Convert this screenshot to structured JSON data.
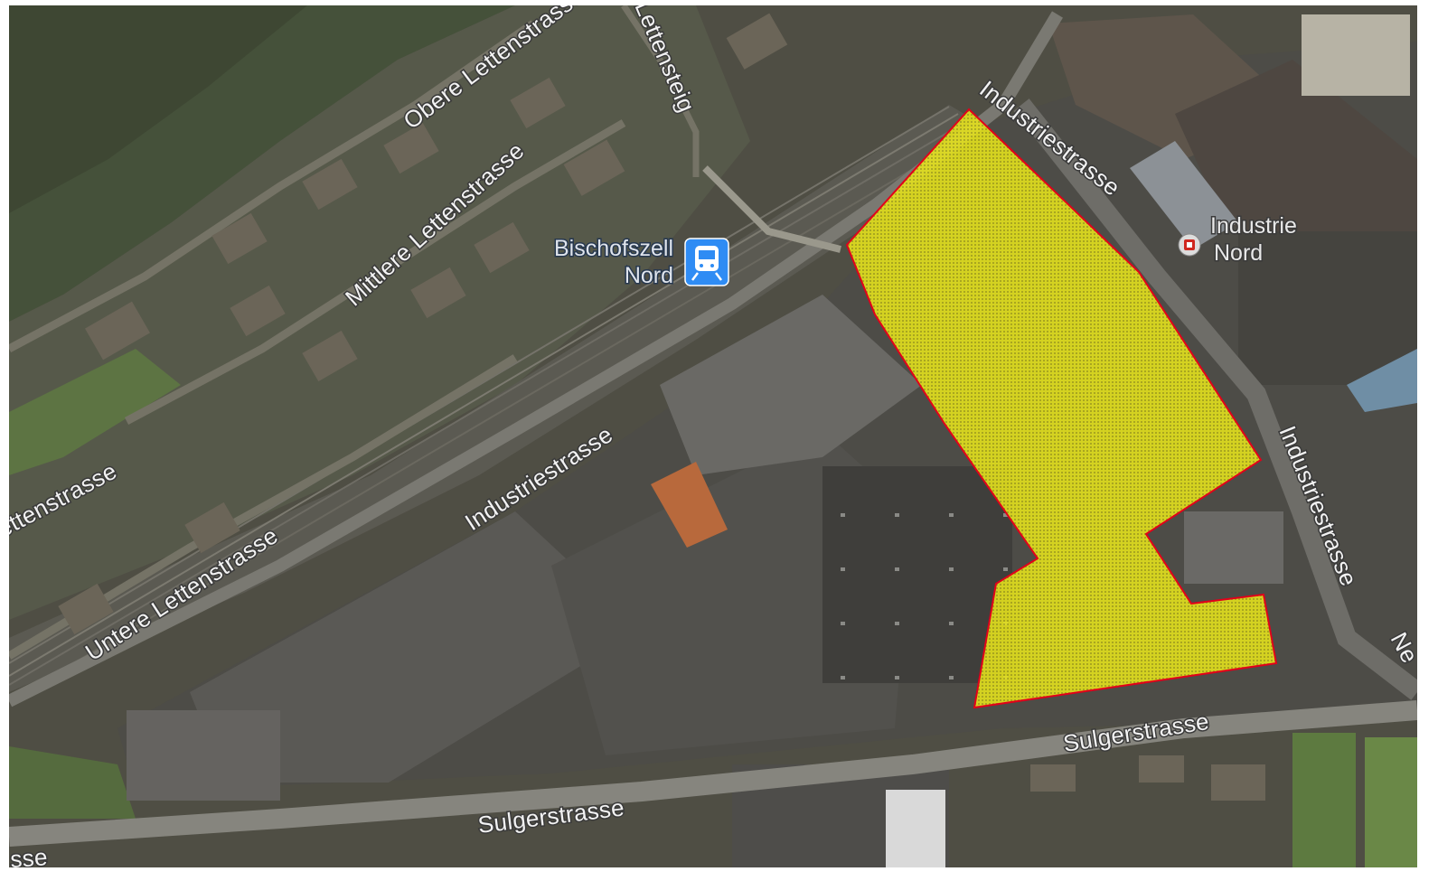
{
  "map": {
    "basemap": "satellite",
    "highlight_fill": "#e8e61a",
    "highlight_stroke": "#e2001a",
    "labels": {
      "obere_lettenstrasse": "Obere Lettenstrasse",
      "lettensteig": "Lettensteig",
      "mittlere_lettenstrasse": "Mittlere Lettenstrasse",
      "lettenstrasse": "Lettenstrasse",
      "untere_lettenstrasse": "Untere Lettenstrasse",
      "industriestrasse_north": "Industriestrasse",
      "industriestrasse_center": "Industriestrasse",
      "industriestrasse_east": "Industriestrasse",
      "sulgerstrasse_east": "Sulgerstrasse",
      "sulgerstrasse_south": "Sulgerstrasse",
      "edge_sse": "sse",
      "edge_ne": "Ne"
    },
    "pois": {
      "station": {
        "line1": "Bischofszell",
        "line2": "Nord",
        "icon": "train-station-icon",
        "color": "#2f8cf4"
      },
      "industrie": {
        "line1": "Industrie",
        "line2": "Nord",
        "icon": "place-marker-icon",
        "color": "#d8d8d8"
      }
    }
  }
}
